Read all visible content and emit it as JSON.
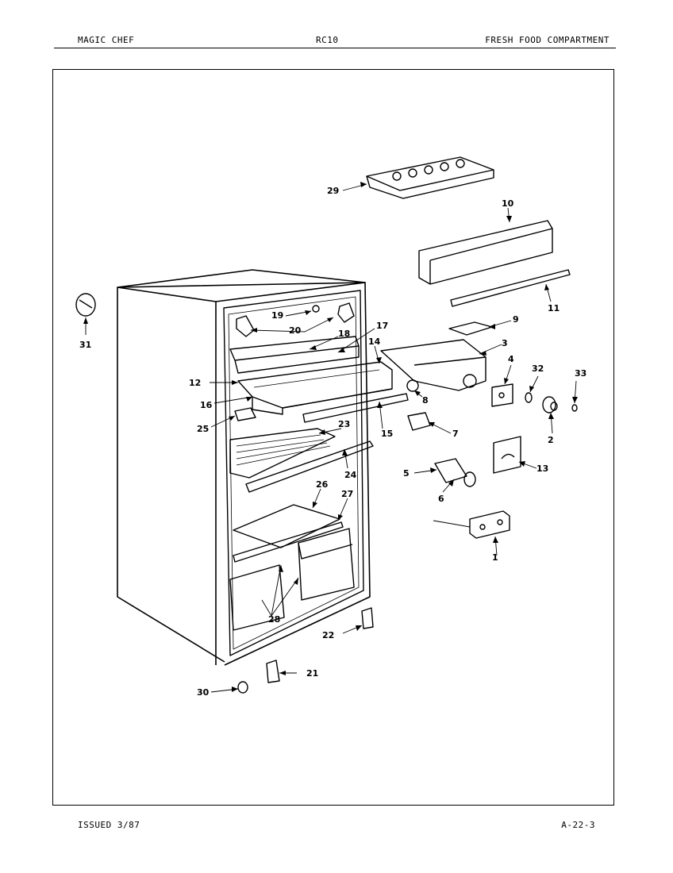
{
  "header": {
    "brand": "MAGIC CHEF",
    "model": "RC10",
    "section": "FRESH FOOD COMPARTMENT"
  },
  "footer": {
    "issued": "ISSUED 3/87",
    "page_code": "A-22-3"
  },
  "callouts": {
    "c1": "1",
    "c2": "2",
    "c3": "3",
    "c4": "4",
    "c5": "5",
    "c6": "6",
    "c7": "7",
    "c8": "8",
    "c9": "9",
    "c10": "10",
    "c11": "11",
    "c12": "12",
    "c13": "13",
    "c14": "14",
    "c15": "15",
    "c16": "16",
    "c17": "17",
    "c18": "18",
    "c19": "19",
    "c20": "20",
    "c21": "21",
    "c22": "22",
    "c23": "23",
    "c24": "24",
    "c25": "25",
    "c26": "26",
    "c27": "27",
    "c28": "28",
    "c29": "29",
    "c30": "30",
    "c31": "31",
    "c32": "32",
    "c33": "33"
  }
}
